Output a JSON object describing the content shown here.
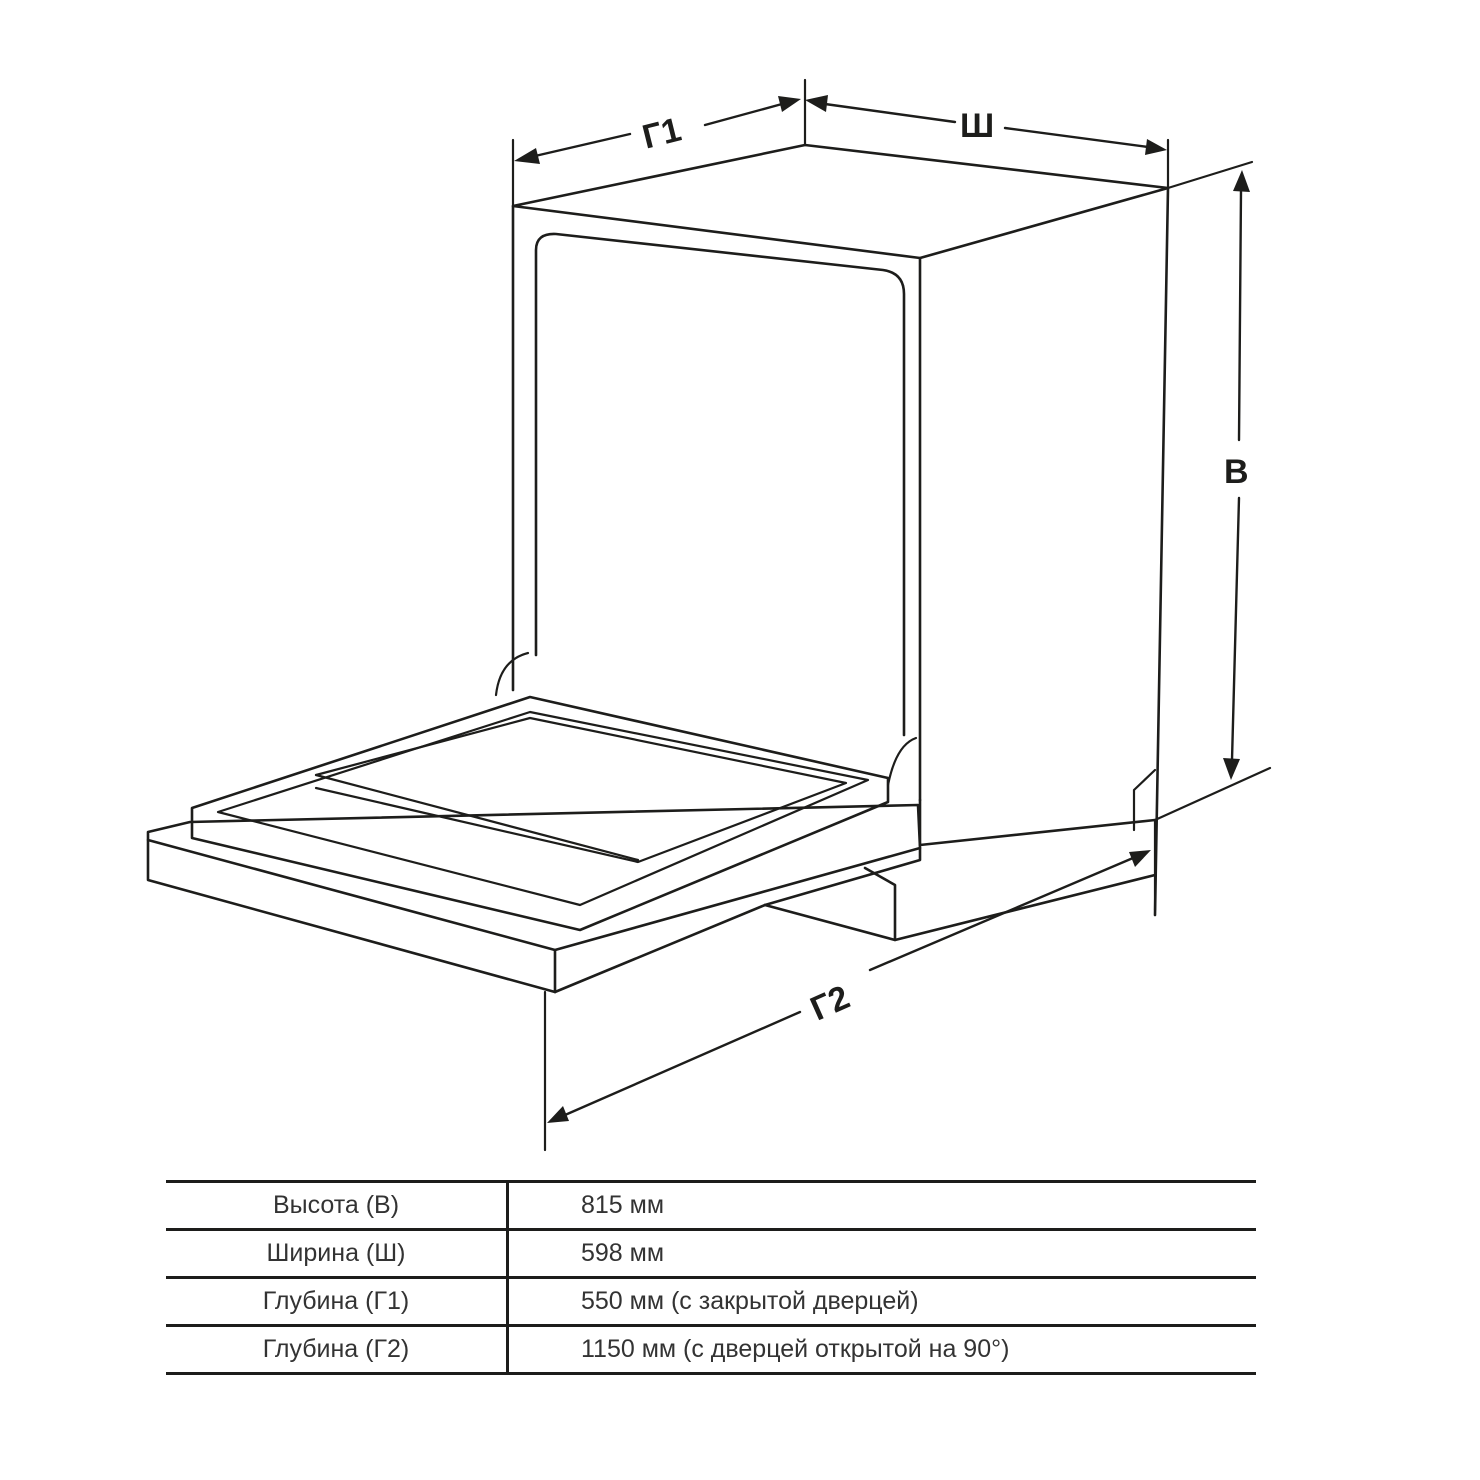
{
  "dimension_labels": {
    "depth_closed": "Г1",
    "width": "Ш",
    "height": "В",
    "depth_open": "Г2"
  },
  "spec_table": {
    "rows": [
      {
        "parameter": "Высота (В)",
        "value": "815 мм"
      },
      {
        "parameter": "Ширина (Ш)",
        "value": "598 мм"
      },
      {
        "parameter": "Глубина (Г1)",
        "value": "550 мм (с закрытой дверцей)"
      },
      {
        "parameter": "Глубина (Г2)",
        "value": "1150 мм (с дверцей открытой на 90°)"
      }
    ]
  },
  "colors": {
    "line": "#1d1d1b",
    "table_text": "#333333",
    "background": "#ffffff"
  }
}
